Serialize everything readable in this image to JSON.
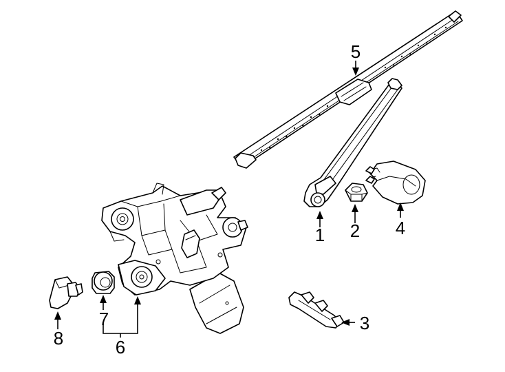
{
  "callouts": {
    "c1": "1",
    "c2": "2",
    "c3": "3",
    "c4": "4",
    "c5": "5",
    "c6": "6",
    "c7": "7",
    "c8": "8"
  },
  "parts": {
    "c1": "wiper-arm",
    "c2": "nut",
    "c3": "washer-nozzle",
    "c4": "arm-cover",
    "c5": "wiper-blade",
    "c6": "wiper-motor",
    "c7": "grommet",
    "c8": "connector"
  },
  "colors": {
    "line": "#000000",
    "background": "#ffffff"
  }
}
